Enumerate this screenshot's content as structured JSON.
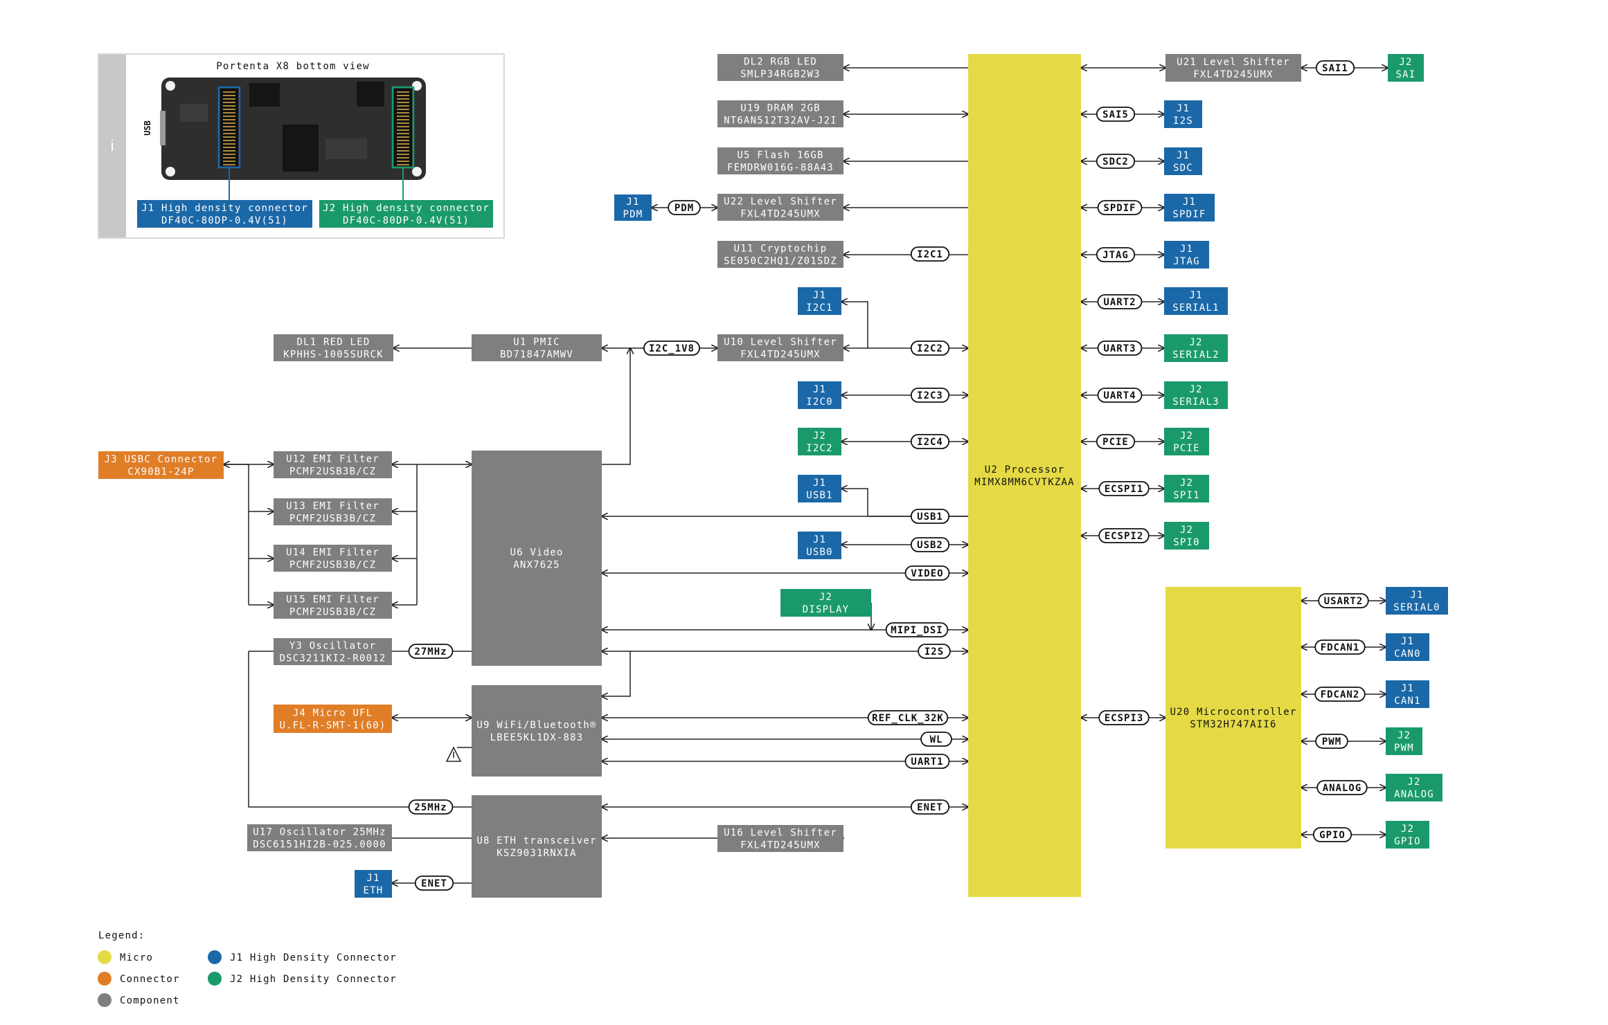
{
  "colors": {
    "micro": "#E5DA46",
    "connector": "#E07E27",
    "component": "#7F7F7F",
    "j1": "#1B68A8",
    "j2": "#1A9A6A",
    "line": "#222222",
    "inset_bar": "#C8C8C8"
  },
  "inset": {
    "title": "Portenta X8 bottom view",
    "info_icon": "i",
    "usb_label": "USB",
    "j1_line1": "J1 High density connector",
    "j1_line2": "DF40C-80DP-0.4V(51)",
    "j2_line1": "J2 High density connector",
    "j2_line2": "DF40C-80DP-0.4V(51)"
  },
  "blocks": {
    "dl2": [
      "DL2 RGB LED",
      "SMLP34RGB2W3"
    ],
    "u19": [
      "U19 DRAM 2GB",
      "NT6AN512T32AV-J2I"
    ],
    "u5": [
      "U5 Flash 16GB",
      "FEMDRW016G-88A43"
    ],
    "u22": [
      "U22 Level Shifter",
      "FXL4TD245UMX"
    ],
    "u11": [
      "U11 Cryptochip",
      "SE050C2HQ1/Z01SDZ"
    ],
    "j1_pdm": [
      "J1",
      "PDM"
    ],
    "dl1": [
      "DL1 RED LED",
      "KPHHS-1005SURCK"
    ],
    "u1": [
      "U1 PMIC",
      "BD71847AMWV"
    ],
    "u10": [
      "U10 Level Shifter",
      "FXL4TD245UMX"
    ],
    "j1_i2c1": [
      "J1",
      "I2C1"
    ],
    "j1_i2c0": [
      "J1",
      "I2C0"
    ],
    "j2_i2c2": [
      "J2",
      "I2C2"
    ],
    "j1_usb1": [
      "J1",
      "USB1"
    ],
    "j1_usb0": [
      "J1",
      "USB0"
    ],
    "j2_display": [
      "J2",
      "DISPLAY"
    ],
    "j3": [
      "J3 USBC Connector",
      "CX90B1-24P"
    ],
    "u12": [
      "U12 EMI Filter",
      "PCMF2USB3B/CZ"
    ],
    "u13": [
      "U13 EMI Filter",
      "PCMF2USB3B/CZ"
    ],
    "u14": [
      "U14 EMI Filter",
      "PCMF2USB3B/CZ"
    ],
    "u15": [
      "U15 EMI Filter",
      "PCMF2USB3B/CZ"
    ],
    "u6": [
      "U6 Video",
      "ANX7625"
    ],
    "y3": [
      "Y3 Oscillator",
      "DSC3211KI2-R0012"
    ],
    "j4": [
      "J4 Micro UFL",
      "U.FL-R-SMT-1(60)"
    ],
    "u9": [
      "U9 WiFi/Bluetooth®",
      "LBEE5KL1DX-883"
    ],
    "u17": [
      "U17 Oscillator 25MHz",
      "DSC6151HI2B-025.0000"
    ],
    "u8": [
      "U8 ETH transceiver",
      "KSZ9031RNXIA"
    ],
    "j1_eth": [
      "J1",
      "ETH"
    ],
    "u16": [
      "U16 Level Shifter",
      "FXL4TD245UMX"
    ],
    "u2": [
      "U2 Processor",
      "MIMX8MM6CVTKZAA"
    ],
    "u21": [
      "U21 Level Shifter",
      "FXL4TD245UMX"
    ],
    "j2_sai": [
      "J2",
      "SAI"
    ],
    "j1_i2s": [
      "J1",
      "I2S"
    ],
    "j1_sdc": [
      "J1",
      "SDC"
    ],
    "j1_spdif": [
      "J1",
      "SPDIF"
    ],
    "j1_jtag": [
      "J1",
      "JTAG"
    ],
    "j1_serial1": [
      "J1",
      "SERIAL1"
    ],
    "j2_serial2": [
      "J2",
      "SERIAL2"
    ],
    "j2_serial3": [
      "J2",
      "SERIAL3"
    ],
    "j2_pcie": [
      "J2",
      "PCIE"
    ],
    "j2_spi1": [
      "J2",
      "SPI1"
    ],
    "j2_spi0": [
      "J2",
      "SPI0"
    ],
    "u20": [
      "U20 Microcontroller",
      "STM32H747AII6"
    ],
    "j1_serial0": [
      "J1",
      "SERIAL0"
    ],
    "j1_can0": [
      "J1",
      "CAN0"
    ],
    "j1_can1": [
      "J1",
      "CAN1"
    ],
    "j2_pwm": [
      "J2",
      "PWM"
    ],
    "j2_analog": [
      "J2",
      "ANALOG"
    ],
    "j2_gpio": [
      "J2",
      "GPIO"
    ]
  },
  "signals": {
    "sai1": "SAI1",
    "sai5": "SAI5",
    "sdc2": "SDC2",
    "spdif": "SPDIF",
    "jtag": "JTAG",
    "uart2": "UART2",
    "uart3": "UART3",
    "uart4": "UART4",
    "pcie": "PCIE",
    "ecspi1": "ECSPI1",
    "ecspi2": "ECSPI2",
    "ecspi3": "ECSPI3",
    "pdm": "PDM",
    "i2c1": "I2C1",
    "i2c_1v8": "I2C_1V8",
    "i2c2": "I2C2",
    "i2c3": "I2C3",
    "i2c4": "I2C4",
    "usb1": "USB1",
    "usb2": "USB2",
    "video": "VIDEO",
    "mipi_dsi": "MIPI_DSI",
    "i2s": "I2S",
    "27mhz": "27MHz",
    "ref_clk": "REF_CLK_32K",
    "wl": "WL",
    "uart1": "UART1",
    "25mhz": "25MHz",
    "enet_u8": "ENET",
    "enet_eth": "ENET",
    "usart2": "USART2",
    "fdcan1": "FDCAN1",
    "fdcan2": "FDCAN2",
    "pwm": "PWM",
    "analog": "ANALOG",
    "gpio": "GPIO"
  },
  "legend": {
    "title": "Legend:",
    "items": [
      {
        "label": "Micro",
        "color": "#E5DA46"
      },
      {
        "label": "Connector",
        "color": "#E07E27"
      },
      {
        "label": "Component",
        "color": "#7F7F7F"
      },
      {
        "label": "J1 High Density Connector",
        "color": "#1B68A8"
      },
      {
        "label": "J2 High Density Connector",
        "color": "#1A9A6A"
      }
    ]
  }
}
